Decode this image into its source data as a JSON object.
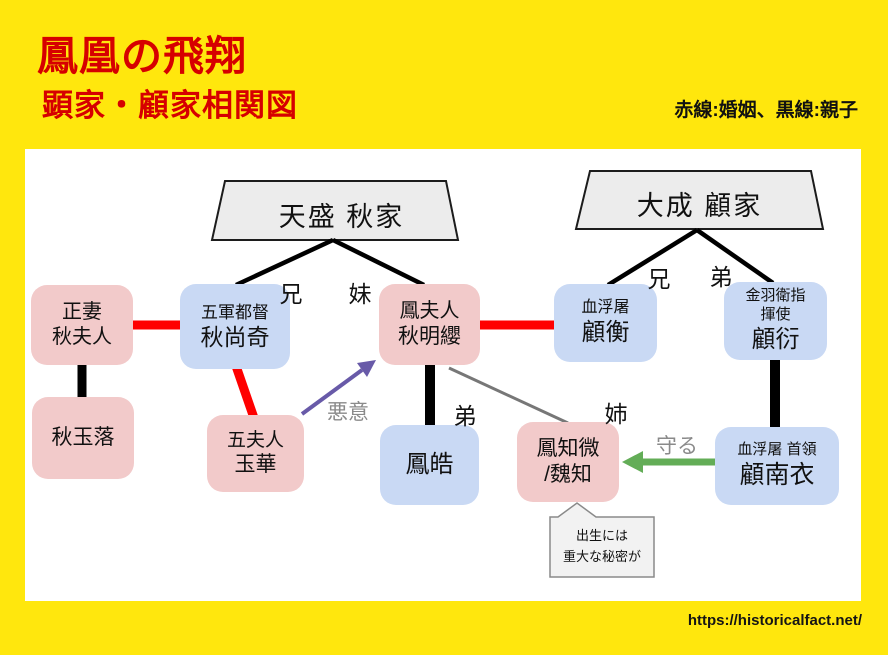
{
  "header": {
    "title": "鳳凰の飛翔",
    "subtitle": "顕家・顧家相関図",
    "legend": "赤線:婚姻、黒線:親子"
  },
  "families": {
    "tensei_aki": {
      "label": "天盛 秋家"
    },
    "taisei_gu": {
      "label": "大成 顧家"
    }
  },
  "nodes": {
    "aki_fujin": {
      "role": "正妻",
      "name": "秋夫人"
    },
    "aki_shoki": {
      "role": "五軍都督",
      "name": "秋尚奇"
    },
    "aki_gyokuraku": {
      "name": "秋玉落"
    },
    "gyokuka": {
      "role": "五夫人",
      "name": "玉華"
    },
    "aki_meiei": {
      "role": "鳳夫人",
      "name": "秋明纓"
    },
    "hokou": {
      "name": "鳳皓"
    },
    "hou_chibi": {
      "name": "鳳知微",
      "alias": "/魏知"
    },
    "ko_kou": {
      "role": "血浮屠",
      "name": "顧衡"
    },
    "ko_en": {
      "role_line1": "金羽衛指",
      "role_line2": "揮使",
      "name": "顧衍"
    },
    "ko_nan_i": {
      "role": "血浮屠 首領",
      "name": "顧南衣"
    }
  },
  "relation_labels": {
    "aki_brother": "兄",
    "aki_sister": "妹",
    "gu_brother": "兄",
    "gu_younger_brother": "弟",
    "hokou_younger_brother": "弟",
    "chibi_older_sister": "姉",
    "malice": "悪意",
    "protect": "守る"
  },
  "callout": {
    "line1": "出生には",
    "line2": "重大な秘密が"
  },
  "footer": {
    "url": "https://historicalfact.net/"
  },
  "colors": {
    "background": "#ffe70d",
    "title_red": "#d60000",
    "marriage_line": "#ff0000",
    "parent_child_line": "#000000",
    "pink_node": "#f2caca",
    "blue_node": "#c9d9f4",
    "family_trapezoid": "#ececec",
    "malice_arrow_purple": "#685aa8",
    "protect_arrow_green": "#63ad57",
    "gray_label": "#8a8a8a",
    "sibling_gray_line": "#777777"
  }
}
